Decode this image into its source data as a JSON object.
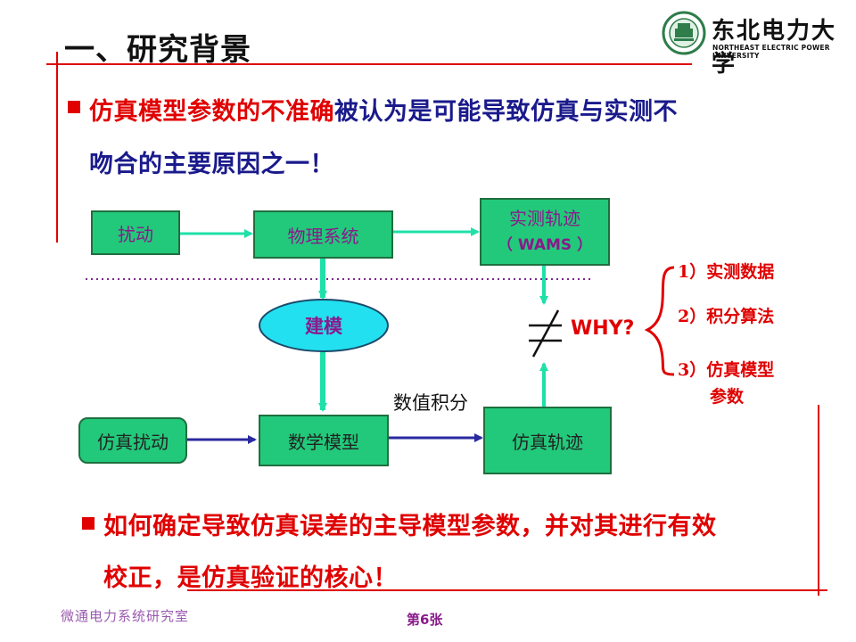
{
  "title": "一、研究背景",
  "logo": {
    "name": "东北电力大学",
    "sub": "NORTHEAST ELECTRIC POWER UNIVERSITY"
  },
  "bullet1": {
    "part_red": "仿真模型参数的不准确",
    "part_blue_line1": "被认为是可能导致仿真与实测不",
    "line2": "吻合的主要原因之一！"
  },
  "diagram": {
    "disturbance": "扰动",
    "physical_system": "物理系统",
    "measured_track": "实测轨迹",
    "wams": "（ WAMS ）",
    "modeling": "建模",
    "sim_disturbance": "仿真扰动",
    "math_model": "数学模型",
    "numerical_integration": "数值积分",
    "sim_track": "仿真轨迹",
    "why": "WHY?"
  },
  "reasons": {
    "item1": "1）实测数据",
    "item2": "2）积分算法",
    "item3_line1": "3）仿真模型",
    "item3_line2": "参数"
  },
  "bullet2": {
    "line1": "如何确定导致仿真误差的主导模型参数，并对其进行有效",
    "line2": "校正，是仿真验证的核心！"
  },
  "footer": {
    "left": "微通电力系统研究室",
    "page": "第6张"
  },
  "colors": {
    "accent_red": "#e00000",
    "box_green": "#22c97b",
    "arrow_cyan": "#1fe0a8",
    "arrow_navy": "#2a2aa0",
    "ellipse_cyan": "#22e0f0"
  }
}
